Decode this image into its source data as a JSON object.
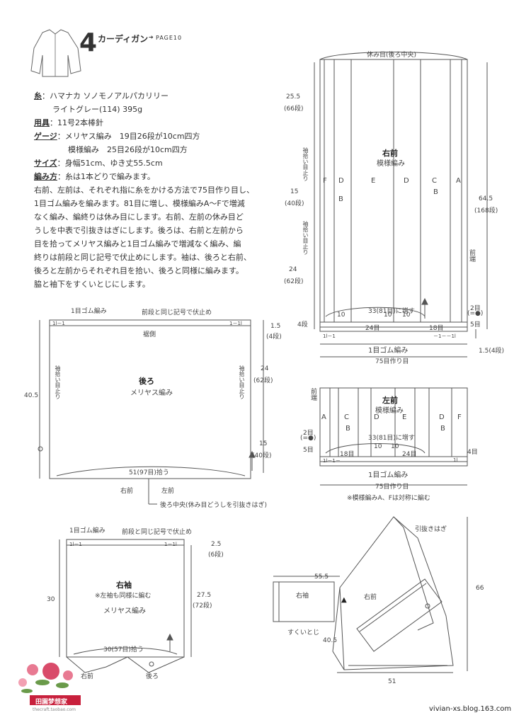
{
  "header": {
    "number": "4",
    "title": "カーディガン",
    "page_ref": "PAGE10"
  },
  "instructions": {
    "yarn_label": "糸",
    "yarn_line1": "：ハマナカ ソノモノアルパカリリー",
    "yarn_line2": "ライトグレー(114) 395g",
    "tools_label": "用具",
    "tools": "：11号2本棒針",
    "gauge_label": "ゲージ",
    "gauge_line1": "：メリヤス編み　19目26段が10cm四方",
    "gauge_line2": "模様編み　25目26段が10cm四方",
    "size_label": "サイズ",
    "size": "：身幅51cm、ゆき丈55.5cm",
    "method_label": "編み方",
    "method": "：糸は1本どりで編みます。",
    "body": [
      "右前、左前は、それぞれ指に糸をかける方法で75目作り目し、",
      "1目ゴム編みを編みます。81目に増し、模様編みA～Fで増減",
      "なく編み、編終りは休み目にします。右前、左前の休み目ど",
      "うしを中表で引抜きはぎにします。後ろは、右前と左前から",
      "目を拾ってメリヤス編みと1目ゴム編みで増減なく編み、編",
      "終りは前段と同じ記号で伏止めにします。袖は、後ろと右前、",
      "後ろと左前からそれぞれ目を拾い、後ろと同様に編みます。",
      "脇と袖下をすくいとじにします。"
    ]
  },
  "back": {
    "rib": "1目ゴム編み",
    "bindoff": "前段と同じ記号で伏止め",
    "collar": "裾側",
    "title": "後ろ",
    "stitch": "メリヤス編み",
    "pickup_left": "袖拾い目止り",
    "pickup_right": "袖拾い目止り",
    "m_40_5": "40.5",
    "m_1_5": "1.5",
    "m_4dan": "(4段)",
    "m_24": "24",
    "m_62dan": "(62段)",
    "m_15": "15",
    "m_40dan": "(40段)",
    "pickup_bottom": "51(97目)拾う",
    "right_front": "右前",
    "left_front": "左前",
    "center_note": "後ろ中央(休み目どうしを引抜きはぎ)",
    "rib_small": "1l－1",
    "rib_small2": "1－1l"
  },
  "right_front": {
    "rest": "休み目(後ろ中央)",
    "title": "右前",
    "pattern": "模様編み",
    "m_25_5": "25.5",
    "m_66dan": "(66段)",
    "pickup1": "袖拾い目止り",
    "pickup2": "袖拾い目止り",
    "m_15": "15",
    "m_40dan": "(40段)",
    "m_24": "24",
    "m_62dan": "(62段)",
    "m_4dan": "4段",
    "m_64_5": "64.5",
    "m_168dan": "(168段)",
    "front_edge": "前端",
    "letters": [
      "F",
      "D",
      "E",
      "D",
      "C",
      "A"
    ],
    "letters_b": [
      "B",
      "B"
    ],
    "inc": "33(81目)に増す",
    "m_10a": "10",
    "m_24me": "24目",
    "m_10b": "10",
    "m_10c": "10",
    "m_18me": "18目",
    "m_2me": "2目",
    "m_2sym": "(=●)",
    "m_5dan": "5目",
    "rib": "1目ゴム編み",
    "cast": "75目作り目",
    "m_1_5": "1.5(4段)",
    "rib_small": "1l－1",
    "rib_small2": "－1－－1l"
  },
  "left_front": {
    "title": "左前",
    "pattern": "模様編み",
    "front_edge": "前端",
    "letters": [
      "A",
      "C",
      "D",
      "E",
      "D",
      "F"
    ],
    "letters_b": [
      "B",
      "B"
    ],
    "m_2me": "2目",
    "m_2sym": "(=●)",
    "m_5dan": "5目",
    "inc": "33(81目)に増す",
    "m_18me": "18目",
    "m_10a": "10",
    "m_10b": "10",
    "m_24me": "24目",
    "m_4dan": "4目",
    "rib": "1目ゴム編み",
    "cast": "75目作り目",
    "note": "※模様編みA、Fは対称に編む",
    "rib_small": "1l－1－",
    "rib_small2": "1l"
  },
  "sleeve": {
    "rib": "1目ゴム編み",
    "bindoff": "前段と同じ記号で伏止め",
    "title": "右袖",
    "note": "※左袖も同様に編む",
    "stitch": "メリヤス編み",
    "m_30": "30",
    "m_2_5": "2.5",
    "m_6dan": "(6段)",
    "m_27_5": "27.5",
    "m_72dan": "(72段)",
    "pickup": "30(57目)拾う",
    "front": "右前",
    "back": "後ろ",
    "rib_small": "1l－1",
    "rib_small2": "1－1l"
  },
  "assembly": {
    "hikinuki": "引抜きはぎ",
    "m_55_5": "55.5",
    "sleeve": "右袖",
    "front": "右前",
    "sukui": "すくいとじ",
    "m_40_5": "40.5",
    "m_66": "66",
    "m_51": "51"
  },
  "footer": {
    "blog": "vivian-xs.blog.163.com",
    "stamp": "田園梦想家",
    "stamp_url": "thecraft.taobao.com"
  }
}
